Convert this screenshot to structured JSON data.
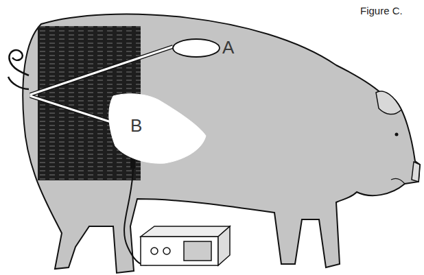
{
  "diagram": {
    "nodes": [
      {
        "text": [
          "A"
        ]
      },
      {
        "text": [
          "B"
        ]
      }
    ],
    "labels": [
      "Figure C."
    ]
  }
}
